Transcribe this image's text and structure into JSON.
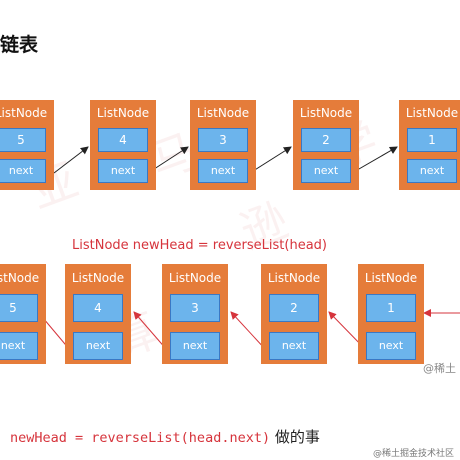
{
  "title": "链表",
  "list_top": {
    "nodes": [
      {
        "label": "ListNode",
        "value": "5",
        "next": "next"
      },
      {
        "label": "ListNode",
        "value": "4",
        "next": "next"
      },
      {
        "label": "ListNode",
        "value": "3",
        "next": "next"
      },
      {
        "label": "ListNode",
        "value": "2",
        "next": "next"
      },
      {
        "label": "ListNode",
        "value": "1",
        "next": "next"
      }
    ]
  },
  "caption": "ListNode newHead = reverseList(head)",
  "list_bottom": {
    "nodes": [
      {
        "label": "ListNode",
        "value": "5",
        "next": "next"
      },
      {
        "label": "ListNode",
        "value": "4",
        "next": "next"
      },
      {
        "label": "ListNode",
        "value": "3",
        "next": "next"
      },
      {
        "label": "ListNode",
        "value": "2",
        "next": "next"
      },
      {
        "label": "ListNode",
        "value": "1",
        "next": "next"
      }
    ]
  },
  "watermark_top": "@稀土",
  "code_line": {
    "code": "newHead = reverseList(head.next)",
    "rest": " 做的事"
  },
  "credit": "@稀土掘金技术社区",
  "colors": {
    "node_fill": "#e57c3a",
    "field_fill": "#6cb4ec",
    "arrow_top": "#222222",
    "arrow_bottom": "#d6343c"
  }
}
